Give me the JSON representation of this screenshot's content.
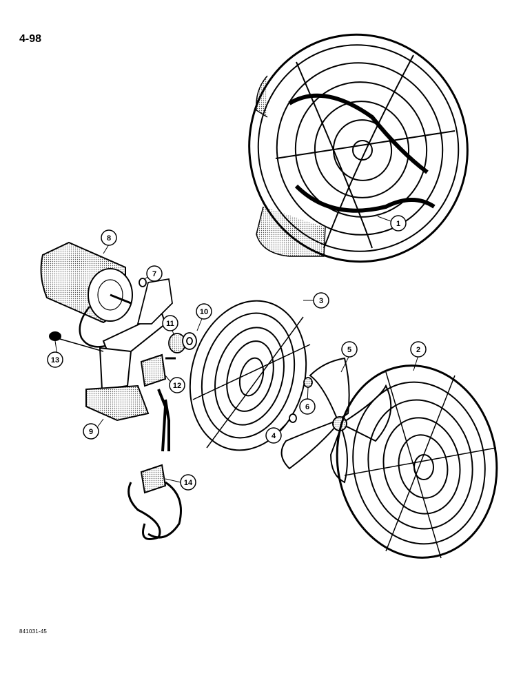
{
  "page_number": "4-98",
  "figure_code": "841031-45",
  "callouts": [
    "1",
    "2",
    "3",
    "4",
    "5",
    "6",
    "7",
    "8",
    "9",
    "10",
    "11",
    "12",
    "13",
    "14"
  ]
}
